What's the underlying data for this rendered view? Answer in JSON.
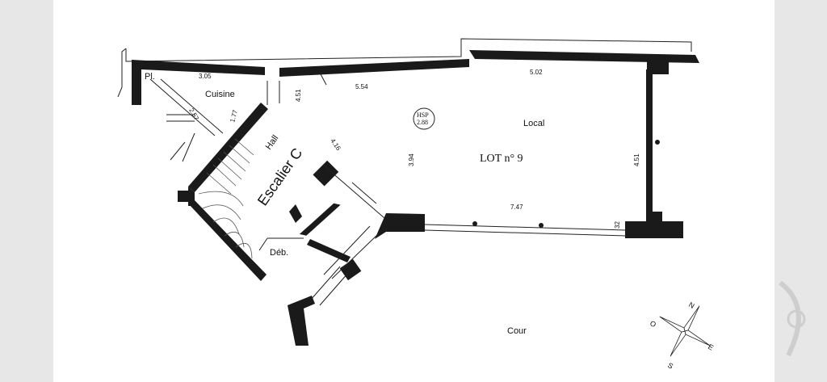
{
  "labels": {
    "pl": "Pl.",
    "cuisine": "Cuisine",
    "hall": "Hall",
    "escalier": "Escalier C",
    "deb": "Déb.",
    "local": "Local",
    "lot": "LOT n° 9",
    "hsp_title": "HSP",
    "hsp_value": "2.88",
    "cour": "Cour"
  },
  "dimensions": {
    "d305": "3.05",
    "d257": "2.57",
    "d177": "1.77",
    "d451a": "4.51",
    "d554": "5.54",
    "d502": "5.02",
    "d416": "4.16",
    "d394": "3.94",
    "d451b": "4.51",
    "d747": "7.47",
    "d32": "32"
  },
  "compass": {
    "n": "N",
    "s": "S",
    "e": "E",
    "o": "O"
  },
  "colors": {
    "wall": "#1a1a1a",
    "line": "#222222",
    "paper": "#ffffff",
    "background": "#e7e7e7"
  }
}
